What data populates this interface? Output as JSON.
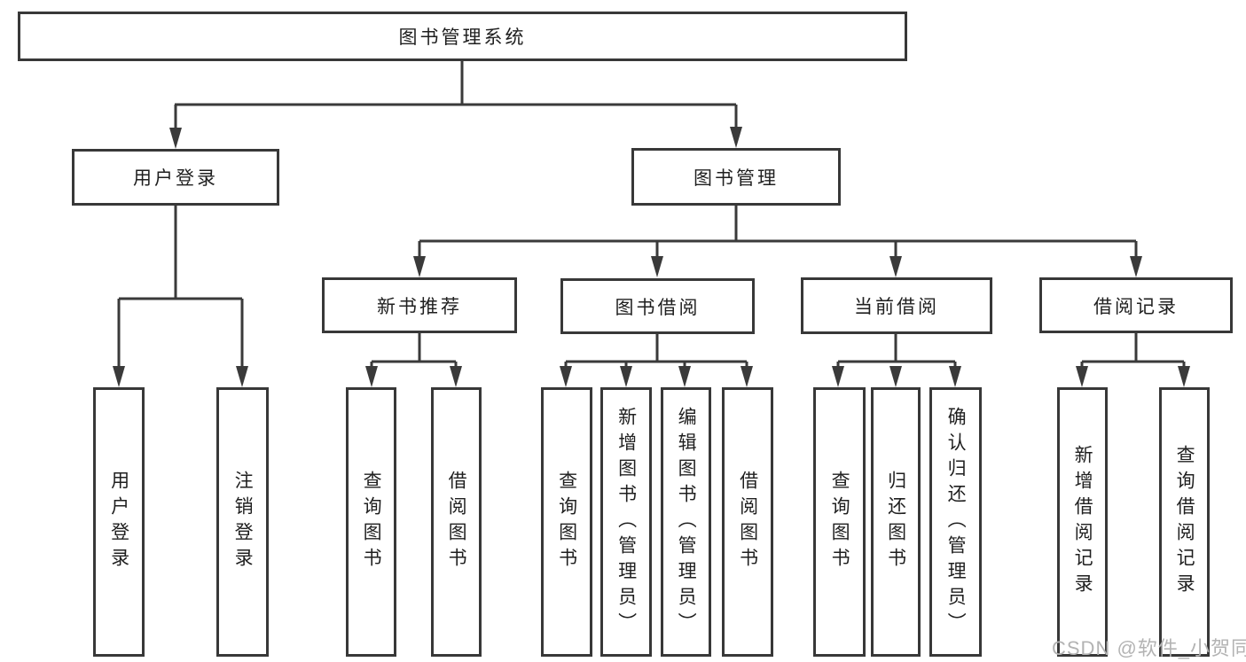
{
  "colors": {
    "line": "#3a3a3a",
    "border": "#383838",
    "text": "#1f1f1f",
    "watermark": "#b3b3b3",
    "background": "#ffffff"
  },
  "tree": {
    "label": "图书管理系统",
    "children": [
      {
        "label": "用户登录",
        "children": [
          {
            "label": "用户登录"
          },
          {
            "label": "注销登录"
          }
        ]
      },
      {
        "label": "图书管理",
        "children": [
          {
            "label": "新书推荐",
            "children": [
              {
                "label": "查询图书"
              },
              {
                "label": "借阅图书"
              }
            ]
          },
          {
            "label": "图书借阅",
            "children": [
              {
                "label": "查询图书"
              },
              {
                "label": "新增图书（管理员）"
              },
              {
                "label": "编辑图书（管理员）"
              },
              {
                "label": "借阅图书"
              }
            ]
          },
          {
            "label": "当前借阅",
            "children": [
              {
                "label": "查询图书"
              },
              {
                "label": "归还图书"
              },
              {
                "label": "确认归还（管理员）"
              }
            ]
          },
          {
            "label": "借阅记录",
            "children": [
              {
                "label": "新增借阅记录"
              },
              {
                "label": "查询借阅记录"
              }
            ]
          }
        ]
      }
    ]
  },
  "watermark": {
    "text": "CSDN @软件_小贺同学"
  }
}
